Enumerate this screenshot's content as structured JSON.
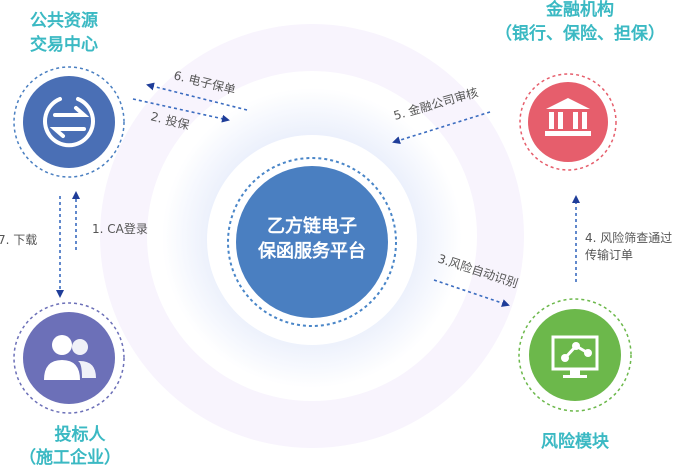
{
  "center": {
    "line1": "乙方链电子",
    "line2": "保函服务平台"
  },
  "nodes": {
    "public_center": {
      "line1": "公共资源",
      "line2": "交易中心",
      "icon": "exchange-arrows-icon"
    },
    "financial": {
      "line1": "金融机构",
      "line2": "（银行、保险、担保）",
      "icon": "bank-icon"
    },
    "bidder": {
      "line1": "投标人",
      "line2": "（施工企业）",
      "icon": "users-icon"
    },
    "risk": {
      "line1": "风险模块",
      "icon": "monitor-chart-icon"
    }
  },
  "steps": {
    "s1": "1. CA登录",
    "s2": "2. 投保",
    "s3": "3.风险自动识别",
    "s4a": "4. 风险筛查通过",
    "s4b": "传输订单",
    "s5": "5. 金融公司审核",
    "s6": "6. 电子保单",
    "s7": "7. 下载"
  },
  "colors": {
    "teal": "#3bb9c3",
    "blue": "#4a7fc1",
    "red": "#e65e6c",
    "purple": "#6c70b8",
    "green": "#6cb84b",
    "arrow": "#1f3d99"
  }
}
